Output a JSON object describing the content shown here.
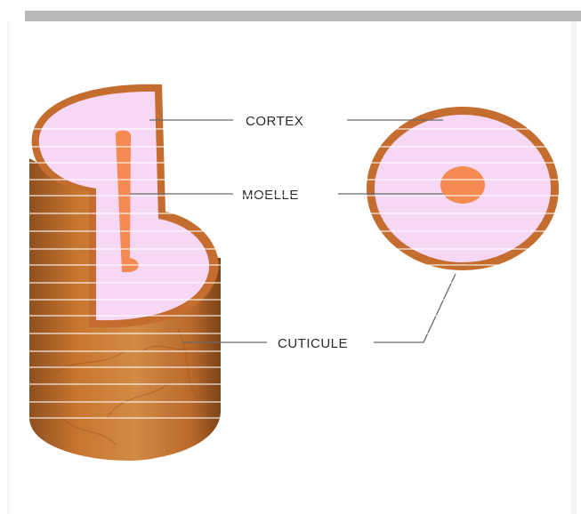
{
  "diagram": {
    "labels": {
      "cortex": "CORTEX",
      "moelle": "MOELLE",
      "cuticule": "CUTICULE"
    },
    "colors": {
      "cuticle": "#c8702f",
      "cuticle_dark": "#8a4a1c",
      "cortex": "#f6d7f4",
      "medulla": "#f58a52",
      "leader": "#6a6a6a",
      "frame": "#b9b9b9"
    }
  }
}
